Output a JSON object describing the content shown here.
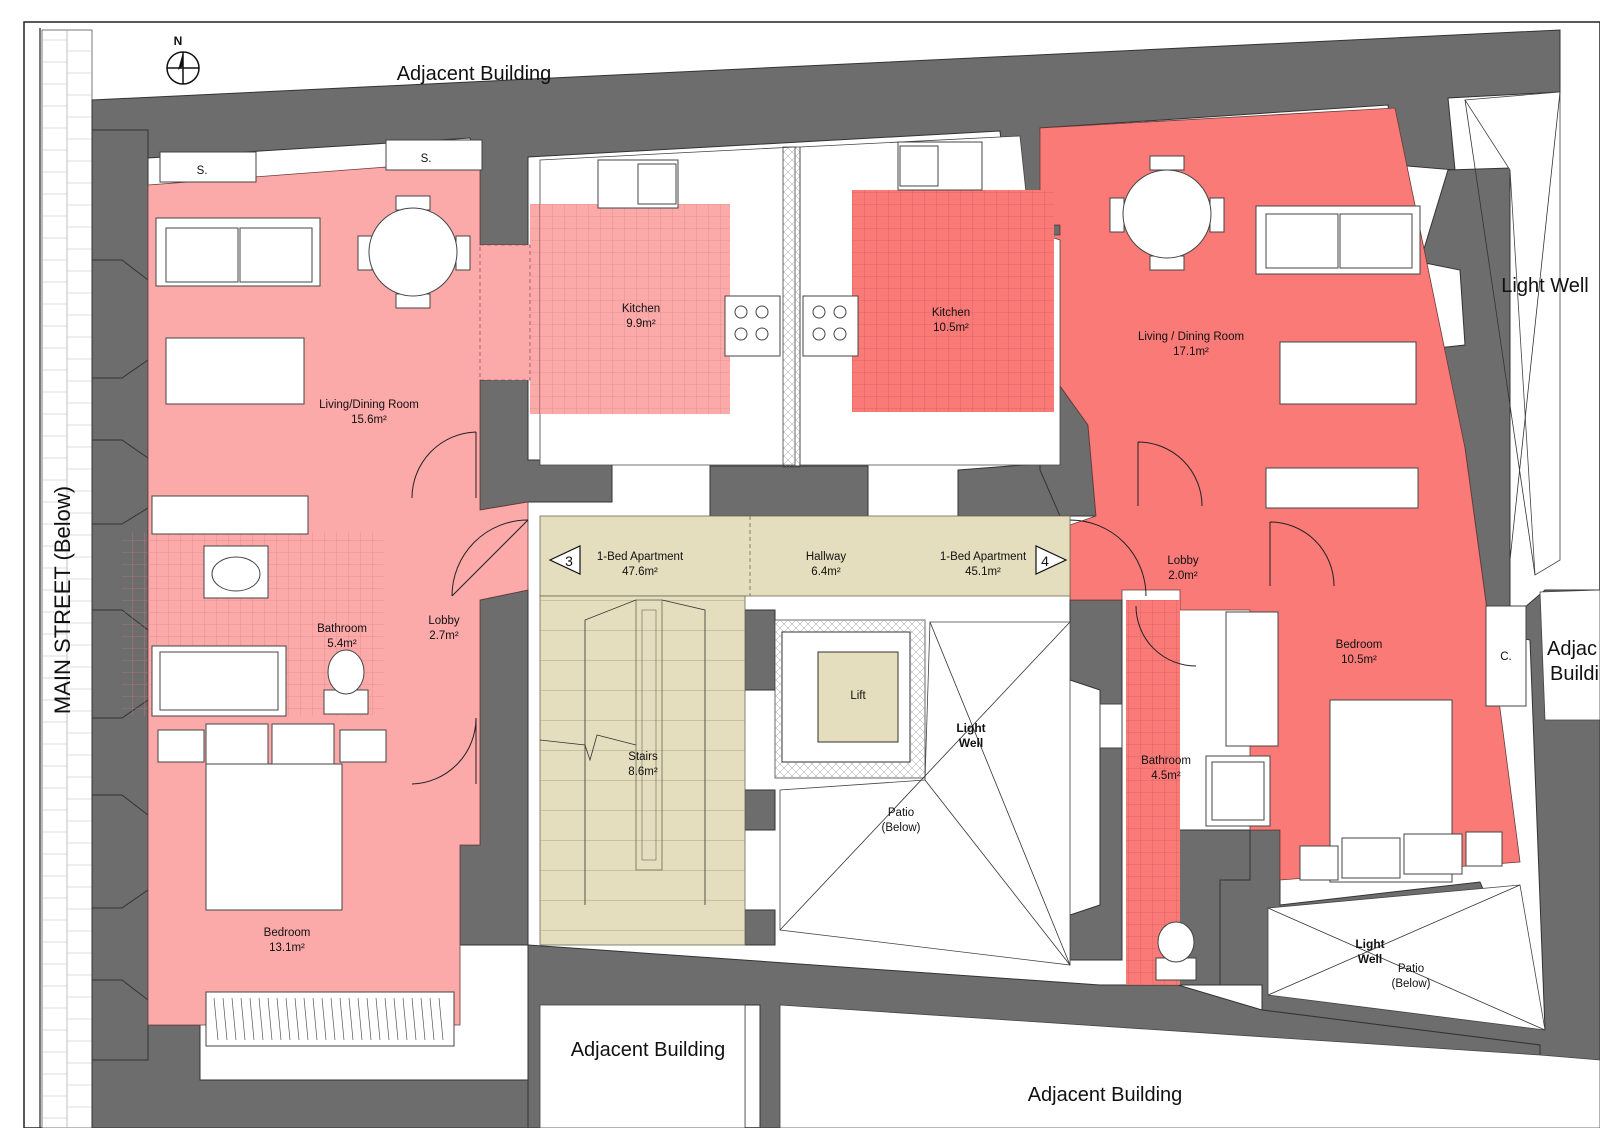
{
  "colors": {
    "wall": "#6d6d6e",
    "apartment_3": "#fca9aa",
    "apartment_4": "#f97a77",
    "common_area": "#e4ddbe",
    "tile_grid": "#d97c7c"
  },
  "compass": {
    "label": "N",
    "icon": "north-arrow-icon"
  },
  "street": {
    "label": "MAIN STREET (Below)"
  },
  "adjacent": {
    "top": "Adjacent Building",
    "bottom_left": "Adjacent Building",
    "bottom_right": "Adjacent Building",
    "right": [
      "Adjac",
      "Buildi"
    ]
  },
  "light_wells": {
    "top_right": "Light Well",
    "center": [
      "Light",
      "Well"
    ],
    "bottom_right": [
      "Light",
      "Well"
    ]
  },
  "storage": {
    "s1": "S.",
    "s2": "S.",
    "c": "C."
  },
  "apartment_3": {
    "number": "3",
    "title": "1-Bed Apartment",
    "area": "47.6m²",
    "rooms": {
      "living": {
        "name": "Living/Dining Room",
        "area": "15.6m²"
      },
      "kitchen": {
        "name": "Kitchen",
        "area": "9.9m²"
      },
      "bathroom": {
        "name": "Bathroom",
        "area": "5.4m²"
      },
      "lobby": {
        "name": "Lobby",
        "area": "2.7m²"
      },
      "bedroom": {
        "name": "Bedroom",
        "area": "13.1m²"
      }
    }
  },
  "apartment_4": {
    "number": "4",
    "title": "1-Bed Apartment",
    "area": "45.1m²",
    "rooms": {
      "living": {
        "name": "Living / Dining Room",
        "area": "17.1m²"
      },
      "kitchen": {
        "name": "Kitchen",
        "area": "10.5m²"
      },
      "bathroom": {
        "name": "Bathroom",
        "area": "4.5m²"
      },
      "lobby": {
        "name": "Lobby",
        "area": "2.0m²"
      },
      "bedroom": {
        "name": "Bedroom",
        "area": "10.5m²"
      }
    }
  },
  "common": {
    "hallway": {
      "name": "Hallway",
      "area": "6.4m²"
    },
    "stairs": {
      "name": "Stairs",
      "area": "8.6m²"
    },
    "lift": {
      "name": "Lift"
    },
    "patio_center": [
      "Patio",
      "(Below)"
    ],
    "patio_right": [
      "Patio",
      "(Below)"
    ]
  }
}
